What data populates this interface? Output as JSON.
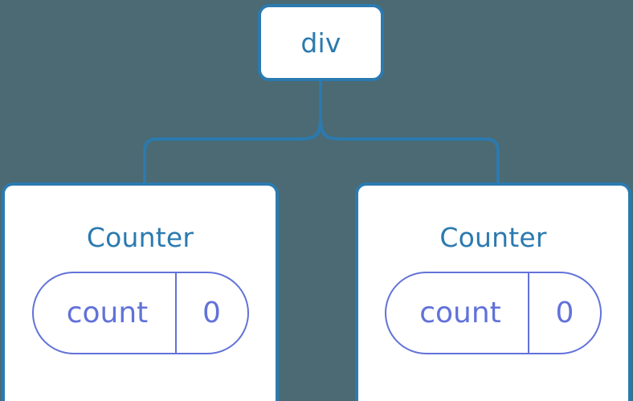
{
  "diagram": {
    "type": "component-tree",
    "background_color": "#4b6a73",
    "node_border_color": "#2b7ab0",
    "node_fill_color": "#ffffff",
    "node_label_color": "#2b7ab0",
    "state_pill_color": "#6272d9",
    "connector_color": "#2b7ab0",
    "root": {
      "label": "div"
    },
    "children": [
      {
        "label": "Counter",
        "state": {
          "key": "count",
          "value": "0"
        }
      },
      {
        "label": "Counter",
        "state": {
          "key": "count",
          "value": "0"
        }
      }
    ]
  }
}
